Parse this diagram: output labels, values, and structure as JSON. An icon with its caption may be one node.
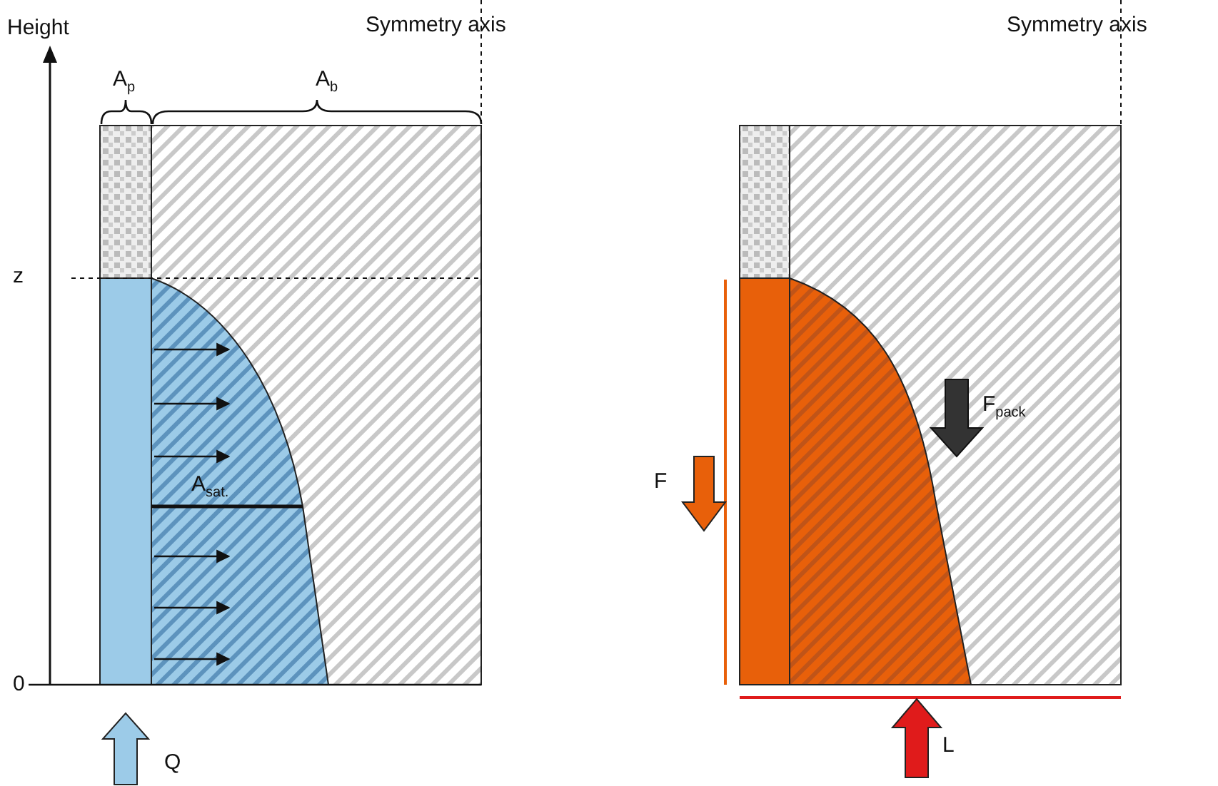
{
  "diagram": {
    "labels": [
      "Height",
      "Symmetry axis",
      "Symmetry axis",
      "A$_{p}$",
      "A$_{b}$",
      "z",
      "F$_{pack}$",
      "A$_{sat.}$",
      "F",
      "0",
      "Q",
      "L"
    ]
  }
}
